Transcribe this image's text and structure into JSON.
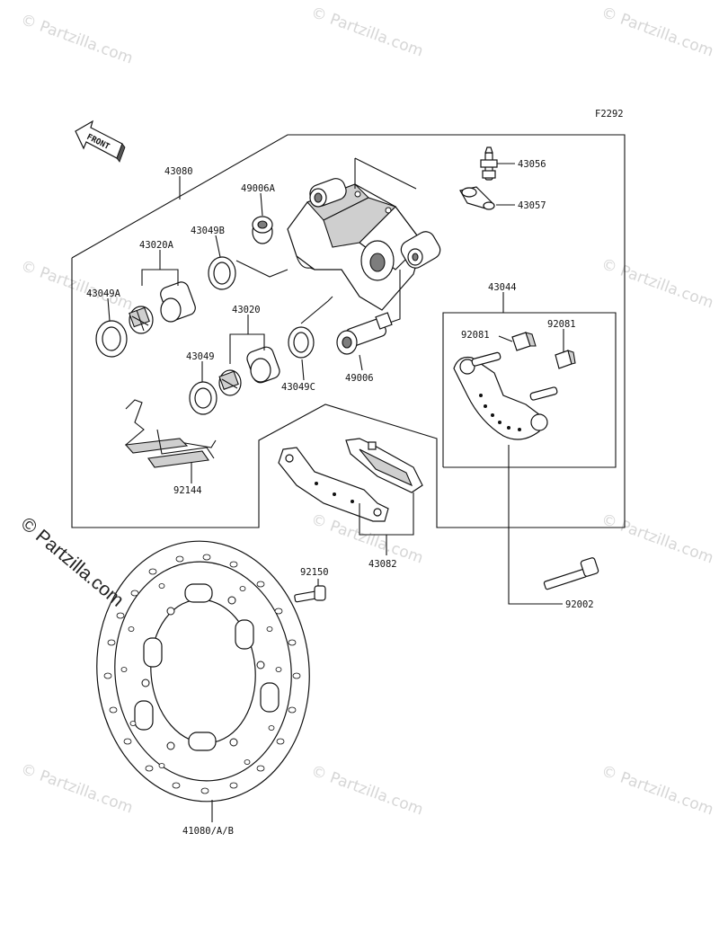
{
  "diagram_code": "F2292",
  "front_arrow_label": "FRONT",
  "watermark": {
    "text": "© Partzilla.com",
    "big_text": "© Partzilla.com"
  },
  "parts": [
    {
      "id": "p43080",
      "label": "43080"
    },
    {
      "id": "p49006A",
      "label": "49006A"
    },
    {
      "id": "p43049B",
      "label": "43049B"
    },
    {
      "id": "p43020A",
      "label": "43020A"
    },
    {
      "id": "p43049A",
      "label": "43049A"
    },
    {
      "id": "p43020",
      "label": "43020"
    },
    {
      "id": "p43049",
      "label": "43049"
    },
    {
      "id": "p43049C",
      "label": "43049C"
    },
    {
      "id": "p49006",
      "label": "49006"
    },
    {
      "id": "p43056",
      "label": "43056"
    },
    {
      "id": "p43057",
      "label": "43057"
    },
    {
      "id": "p43044",
      "label": "43044"
    },
    {
      "id": "p92081a",
      "label": "92081"
    },
    {
      "id": "p92081b",
      "label": "92081"
    },
    {
      "id": "p92144",
      "label": "92144"
    },
    {
      "id": "p92150",
      "label": "92150"
    },
    {
      "id": "p43082",
      "label": "43082"
    },
    {
      "id": "p92002",
      "label": "92002"
    },
    {
      "id": "p41080",
      "label": "41080/A/B"
    }
  ]
}
